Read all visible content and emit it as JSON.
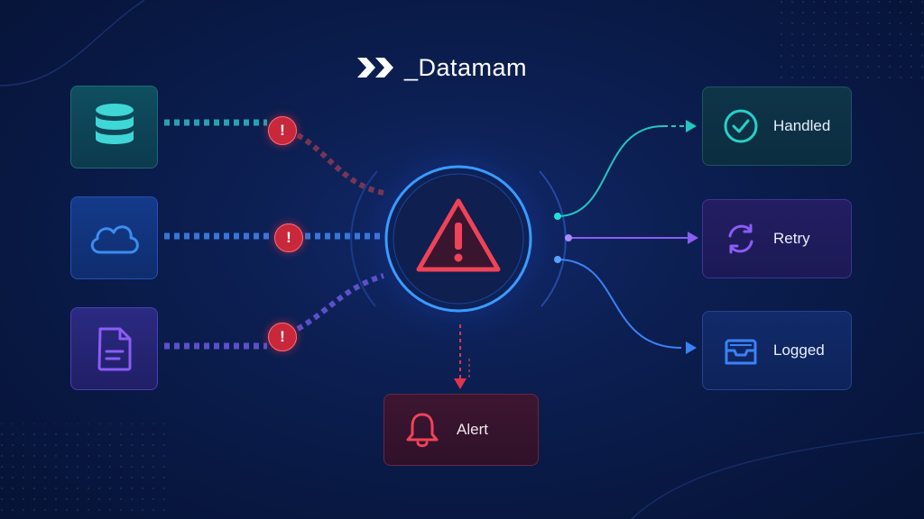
{
  "brand": {
    "name": "_Datamam",
    "logo_icon": "double-chevron-logo-icon"
  },
  "sources": [
    {
      "id": "database",
      "icon": "database-icon",
      "color": "#3fd6d6"
    },
    {
      "id": "cloud",
      "icon": "cloud-icon",
      "color": "#3c8cf0"
    },
    {
      "id": "document",
      "icon": "document-icon",
      "color": "#8b5cf6"
    }
  ],
  "error_icon": "exclamation-icon",
  "hub": {
    "icon": "warning-triangle-icon",
    "color": "#ef4358"
  },
  "outcomes": [
    {
      "id": "handled",
      "label": "Handled",
      "icon": "check-circle-icon",
      "color": "#26d0c8"
    },
    {
      "id": "retry",
      "label": "Retry",
      "icon": "refresh-icon",
      "color": "#8b5cf6"
    },
    {
      "id": "logged",
      "label": "Logged",
      "icon": "inbox-tray-icon",
      "color": "#3b82f6"
    }
  ],
  "alert": {
    "label": "Alert",
    "icon": "bell-icon",
    "color": "#ef4358"
  }
}
